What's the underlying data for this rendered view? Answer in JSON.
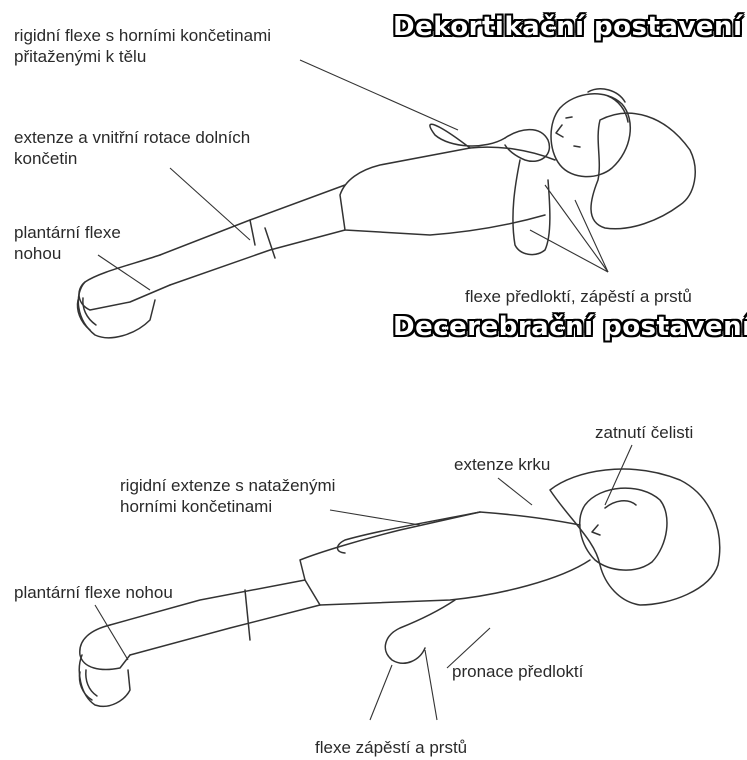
{
  "top": {
    "title": "Dekortikační postavení",
    "labels": {
      "arms_line1": "rigidní flexe s horními končetinami",
      "arms_line2": "přitaženými k tělu",
      "legs_line1": "extenze a vnitřní rotace dolních",
      "legs_line2": "končetin",
      "feet_line1": "plantární flexe",
      "feet_line2": "nohou",
      "forearm": "flexe předloktí, zápěstí a prstů"
    }
  },
  "bottom": {
    "title": "Decerebrační postavení",
    "labels": {
      "jaw": "zatnutí čelisti",
      "neck": "extenze krku",
      "arms_line1": "rigidní extenze s nataženými",
      "arms_line2": "horními končetinami",
      "feet": "plantární flexe nohou",
      "pronation": "pronace předloktí",
      "wrist": "flexe zápěstí a prstů"
    }
  }
}
